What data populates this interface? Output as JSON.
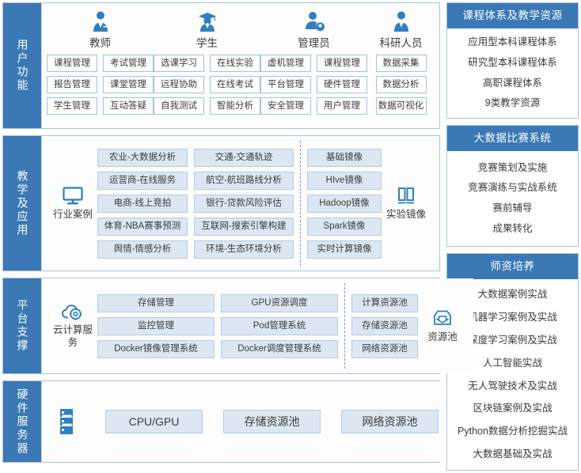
{
  "theme": {
    "header_blue": "#3a79b5",
    "chip_fill": "#dce7f3",
    "chip_border": "#b6cce1",
    "outline_border": "#9fc2e0",
    "panel_border": "#a8c4de",
    "text": "#3b3b3b"
  },
  "bands": [
    {
      "id": "user-functions",
      "label": "用户功能",
      "roles": [
        {
          "icon": "teacher-icon",
          "title": "教师",
          "rows": [
            [
              "课程管理",
              "考试管理"
            ],
            [
              "报告管理",
              "课堂管理"
            ],
            [
              "学生管理",
              "互动答疑"
            ]
          ]
        },
        {
          "icon": "student-icon",
          "title": "学生",
          "rows": [
            [
              "选课学习",
              "在线实验"
            ],
            [
              "远程协助",
              "在线考试"
            ],
            [
              "自我测试",
              "智能分析"
            ]
          ]
        },
        {
          "icon": "admin-icon",
          "title": "管理员",
          "rows": [
            [
              "虚机管理",
              "课程管理"
            ],
            [
              "平台管理",
              "硬件管理"
            ],
            [
              "安全管理",
              "用户管理"
            ]
          ]
        },
        {
          "icon": "researcher-icon",
          "title": "科研人员",
          "rows": [
            [
              "数据采集"
            ],
            [
              "数据分析"
            ],
            [
              "数据可视化"
            ]
          ]
        }
      ]
    },
    {
      "id": "teaching-application",
      "label": "教学及应用",
      "left_group": {
        "icon": "monitor-icon",
        "label": "行业案例",
        "col1": [
          "农业-大数据分析",
          "运营商-在线服务",
          "电商-线上竞拍",
          "体育-NBA赛事预测",
          "舆情-情感分析"
        ],
        "col2": [
          "交通-交通轨迹",
          "航空-航班路线分析",
          "银行-贷款风险评估",
          "互联网-搜索引擎构建",
          "环境-生态环境分析"
        ]
      },
      "right_group": {
        "icon": "container-icon",
        "label": "实验镜像",
        "items": [
          "基础镜像",
          "HIve镜像",
          "Hadoop镜像",
          "Spark镜像",
          "实时计算镜像"
        ]
      }
    },
    {
      "id": "platform-support",
      "label": "平台支撑",
      "left_group": {
        "icon": "cloud-gear-icon",
        "label": "云计算服务",
        "col1": [
          "存储管理",
          "监控管理",
          "Docker镜像管理系统"
        ],
        "col2": [
          "GPU资源调度",
          "Pod管理系统",
          "Docker调度管理系统"
        ]
      },
      "right_group": {
        "icon": "resource-pool-icon",
        "label": "资源池",
        "items": [
          "计算资源池",
          "存储资源池",
          "网络资源池"
        ]
      }
    },
    {
      "id": "hardware-server",
      "label": "硬件服务器",
      "icon": "server-rack-icon",
      "items": [
        "CPU/GPU",
        "存储资源池",
        "网络资源池"
      ]
    }
  ],
  "panels": [
    {
      "id": "course-system",
      "title": "课程体系及教学资源",
      "items": [
        "应用型本科课程体系",
        "研究型本科课程体系",
        "高职课程体系",
        "9类教学资源"
      ]
    },
    {
      "id": "contest-system",
      "title": "大数据比赛系统",
      "items": [
        "竞赛策划及实施",
        "竞赛演练与实战系统",
        "赛前辅导",
        "成果转化"
      ]
    },
    {
      "id": "faculty-training",
      "title": "师资培养",
      "items": [
        "大数据案例实战",
        "机器学习案例及实战",
        "深度学习案例及实战",
        "人工智能实战",
        "无人驾驶技术及实战",
        "区块链案例及实战",
        "Python数据分析挖掘实战",
        "大数据基础及实战"
      ]
    }
  ]
}
